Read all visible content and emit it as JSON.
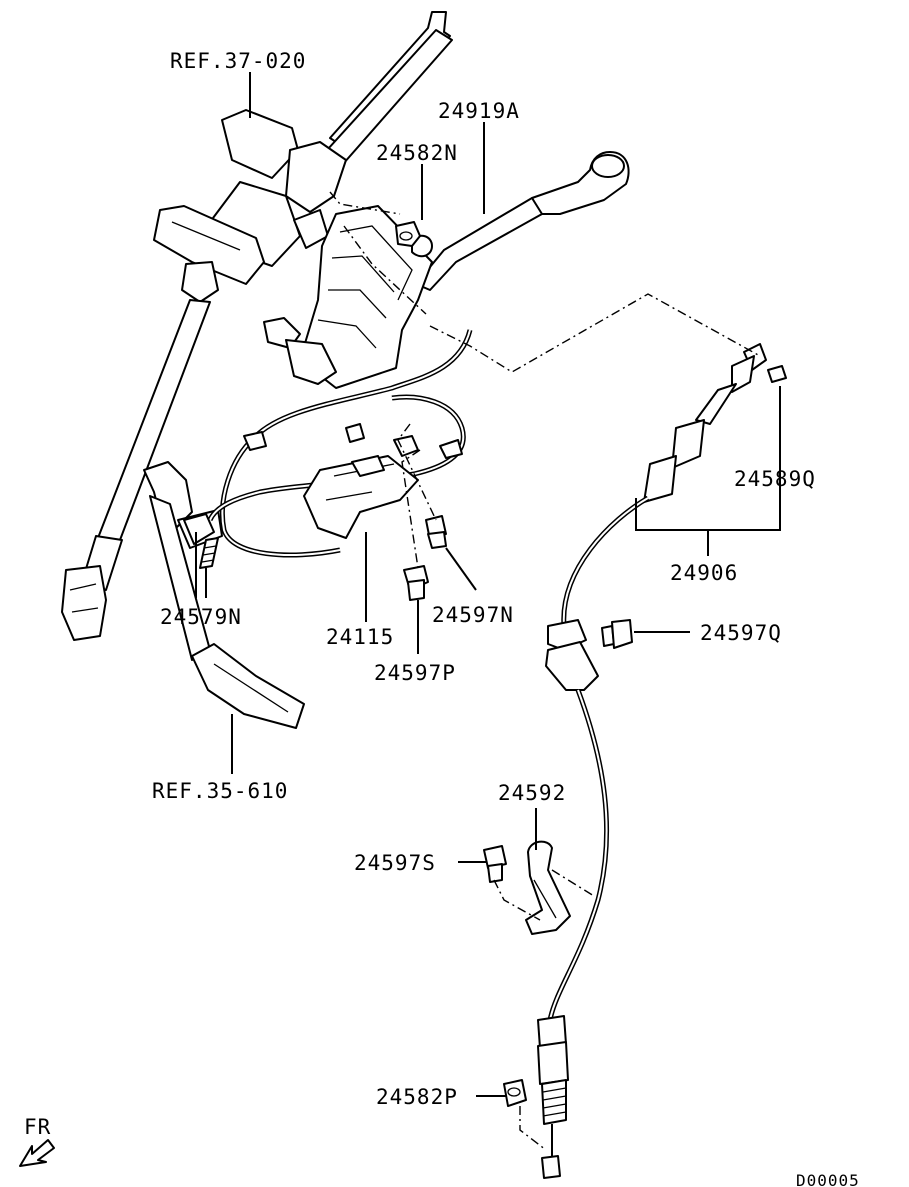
{
  "diagram": {
    "labels": {
      "ref_37_020": "REF.37-020",
      "p24919A": "24919A",
      "p24582N": "24582N",
      "p24589Q": "24589Q",
      "p24906": "24906",
      "p24579N": "24579N",
      "p24597N": "24597N",
      "p24115": "24115",
      "p24597P": "24597P",
      "p24597Q": "24597Q",
      "ref_35_610": "REF.35-610",
      "p24592": "24592",
      "p24597S": "24597S",
      "p24582P": "24582P",
      "fr": "FR",
      "code": "D00005"
    },
    "icons": [
      "front-direction-arrow-icon"
    ]
  }
}
